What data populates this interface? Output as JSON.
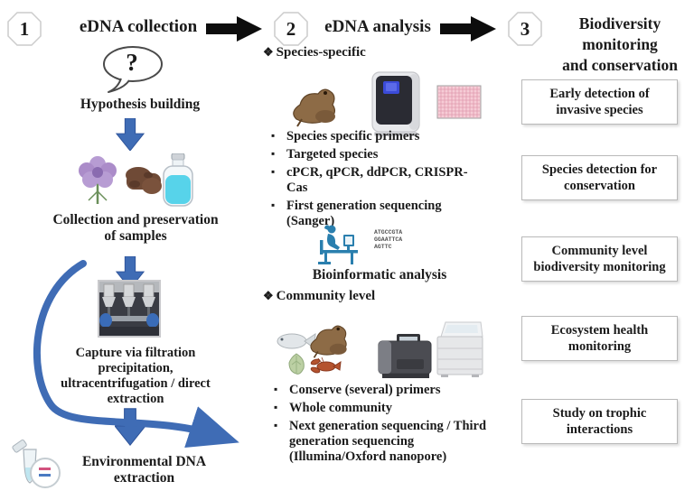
{
  "figure": {
    "steps": {
      "one": {
        "number": "1",
        "title": "eDNA collection"
      },
      "two": {
        "number": "2",
        "title": "eDNA analysis"
      },
      "three": {
        "number": "3",
        "title_lines": [
          "Biodiversity",
          "monitoring",
          "and conservation"
        ]
      }
    },
    "collection": {
      "question_mark": "?",
      "hypothesis_label": "Hypothesis building",
      "samples_label": "Collection and preservation of samples",
      "capture_label": "Capture via filtration precipitation, ultracentrifugation / direct extraction",
      "extraction_label": "Environmental DNA extraction"
    },
    "analysis": {
      "species_specific": {
        "marker": "❖",
        "heading": "Species-specific",
        "bullets": [
          "Species specific primers",
          "Targeted species",
          "cPCR, qPCR, ddPCR, CRISPR-Cas",
          "First generation sequencing (Sanger)"
        ]
      },
      "bioinformatics": {
        "label": "Bioinformatic analysis",
        "sequence_lines": [
          "ATGCCGTA",
          "GGAATTCA",
          "AGTTC"
        ]
      },
      "community": {
        "marker": "❖",
        "heading": "Community level",
        "bullets": [
          "Conserve (several) primers",
          "Whole community",
          "Next generation sequencing / Third generation sequencing (Illumina/Oxford nanopore)"
        ]
      }
    },
    "outcomes": [
      "Early detection of invasive species",
      "Species detection for conservation",
      "Community level biodiversity monitoring",
      "Ecosystem health monitoring",
      "Study on trophic interactions"
    ],
    "colors": {
      "arrow_blue": "#3f6cb5",
      "arrow_black": "#0d0d0d"
    }
  }
}
